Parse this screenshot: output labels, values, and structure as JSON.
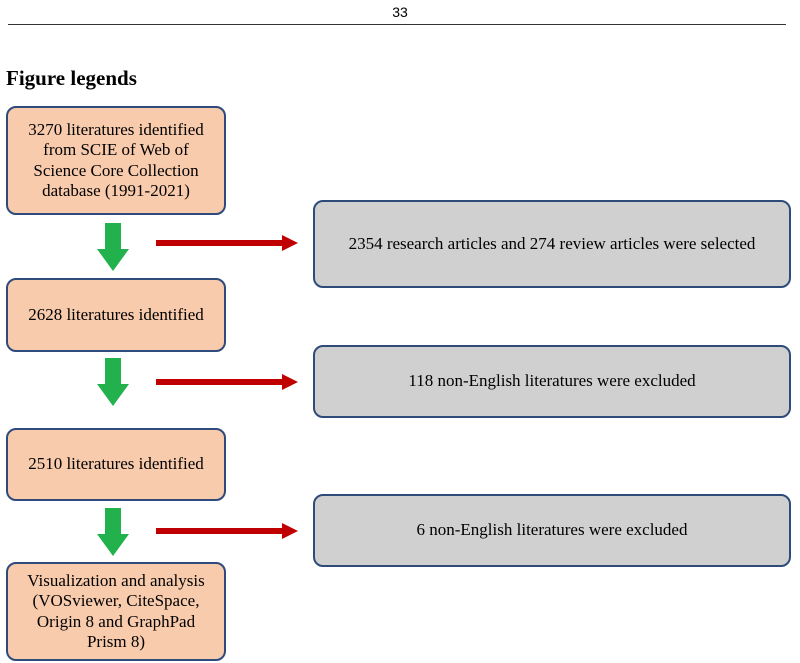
{
  "page_number": "33",
  "heading": "Figure legends",
  "steps": [
    {
      "text": "3270 literatures identified from SCIE of Web of Science Core Collection database (1991-2021)"
    },
    {
      "text": "2628 literatures identified"
    },
    {
      "text": "2510 literatures identified"
    },
    {
      "text": "Visualization and analysis (VOSviewer, CiteSpace, Origin 8 and GraphPad Prism 8)"
    }
  ],
  "exclusions": [
    {
      "text": "2354 research articles and 274 review articles were selected"
    },
    {
      "text": "118 non-English literatures were excluded"
    },
    {
      "text": "6 non-English literatures were excluded"
    }
  ],
  "colors": {
    "step_fill": "#f8cbad",
    "exclude_fill": "#d0d0d0",
    "box_border": "#2f4b7c",
    "down_arrow": "#22b14c",
    "right_arrow": "#c00000"
  }
}
